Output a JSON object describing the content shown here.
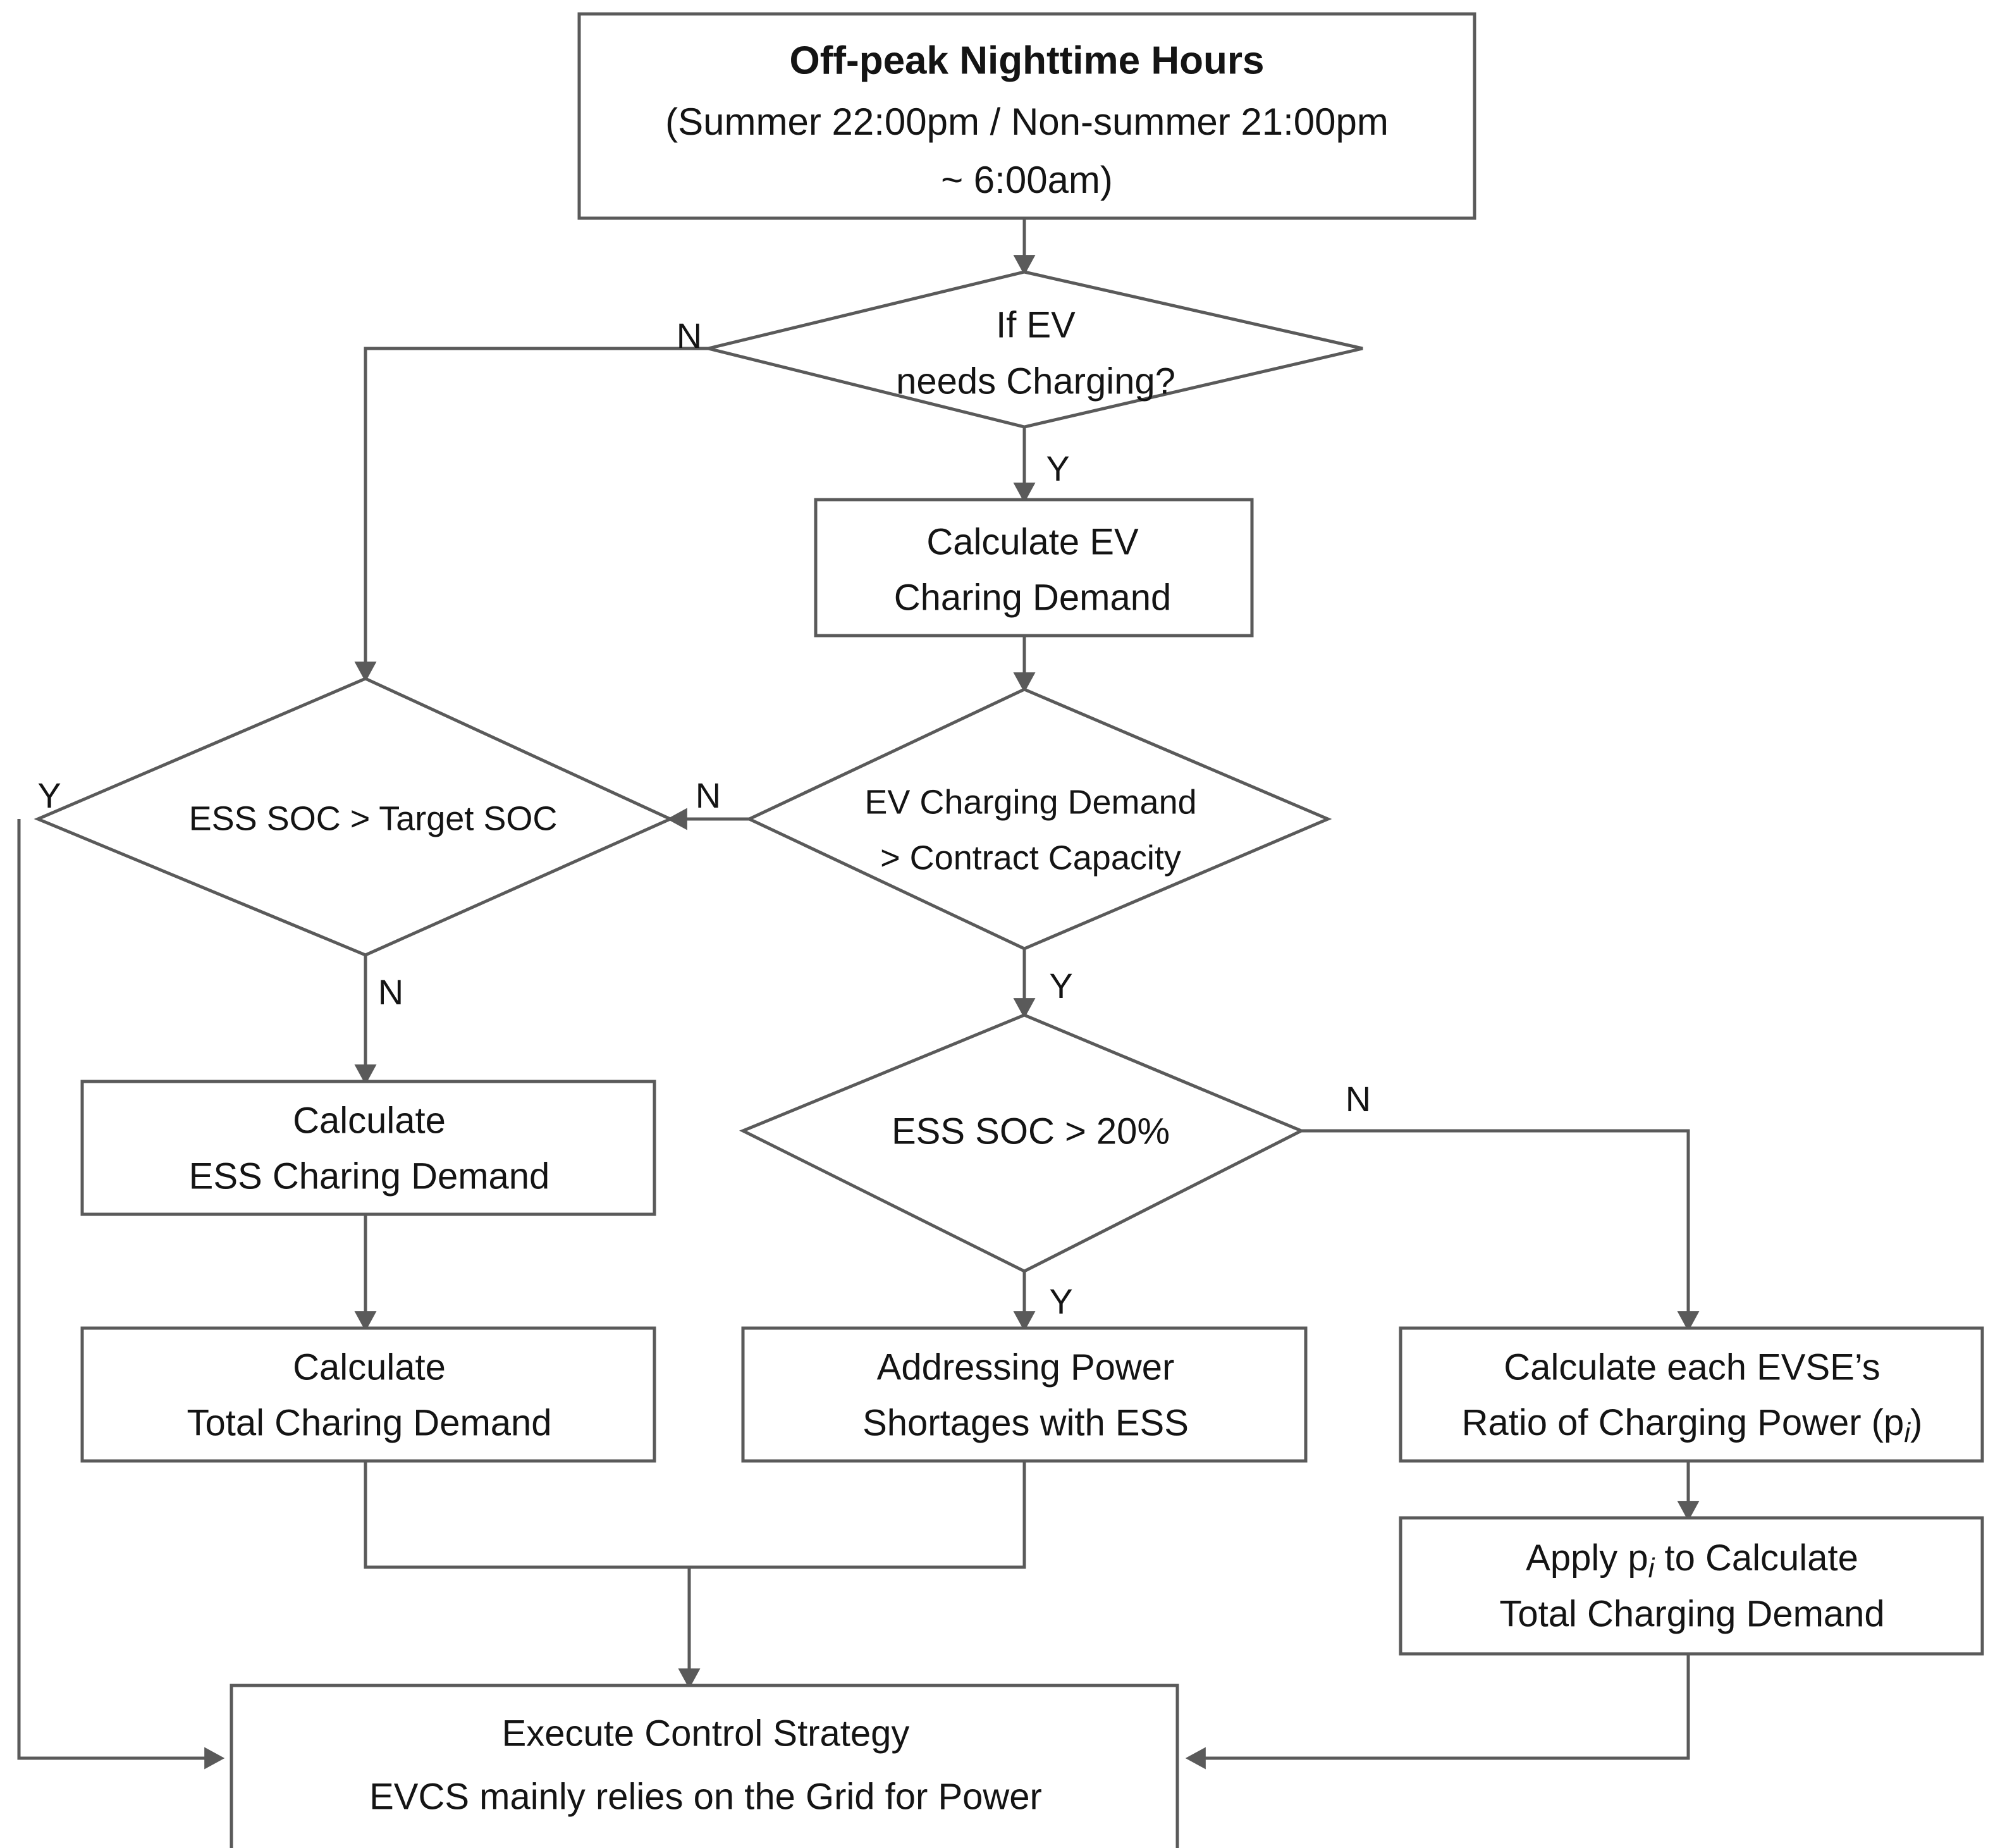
{
  "diagram": {
    "title": "EV Charging Station Off-peak Nighttime Control Strategy Flowchart",
    "accent_color": "#5a5a5a",
    "text_color": "#141414",
    "background": "#ffffff"
  },
  "nodes": {
    "start": {
      "type": "process",
      "line1": "Off-peak Nighttime Hours",
      "line2": "(Summer 22:00pm / Non-summer 21:00pm",
      "line3": "~  6:00am)"
    },
    "decision_ev_needs_charging": {
      "type": "decision",
      "line1": "If  EV",
      "line2": "needs Charging?"
    },
    "calc_ev_demand": {
      "type": "process",
      "line1": "Calculate EV",
      "line2": "Charing Demand"
    },
    "decision_ess_soc_target": {
      "type": "decision",
      "line1": "ESS SOC > Target SOC"
    },
    "decision_demand_vs_capacity": {
      "type": "decision",
      "line1": "EV Charging Demand",
      "line2": "> Contract Capacity"
    },
    "decision_ess_soc_20": {
      "type": "decision",
      "line1": "ESS SOC > 20%"
    },
    "calc_ess_demand": {
      "type": "process",
      "line1": "Calculate",
      "line2": "ESS Charing Demand"
    },
    "calc_total_demand": {
      "type": "process",
      "line1": "Calculate",
      "line2": "Total Charing Demand"
    },
    "addressing_shortage": {
      "type": "process",
      "line1": "Addressing Power",
      "line2": "Shortages with ESS"
    },
    "calc_evse_ratio": {
      "type": "process",
      "line1": "Calculate each EVSE’s",
      "line2_pre": "Ratio of Charging Power (p",
      "line2_sub": "i",
      "line2_post": ")"
    },
    "apply_pi": {
      "type": "process",
      "line1_pre": "Apply p",
      "line1_sub": "i",
      "line1_post": " to Calculate",
      "line2": "Total Charging Demand"
    },
    "execute_control": {
      "type": "process",
      "line1": "Execute Control Strategy",
      "line2": "EVCS mainly relies on the Grid for Power"
    }
  },
  "branch_labels": {
    "ev_needs_charging_no": "N",
    "ev_needs_charging_yes": "Y",
    "ess_soc_target_yes": "Y",
    "ess_soc_target_no": "N",
    "demand_vs_capacity_no": "N",
    "demand_vs_capacity_yes": "Y",
    "ess_soc_20_yes": "Y",
    "ess_soc_20_no": "N"
  }
}
